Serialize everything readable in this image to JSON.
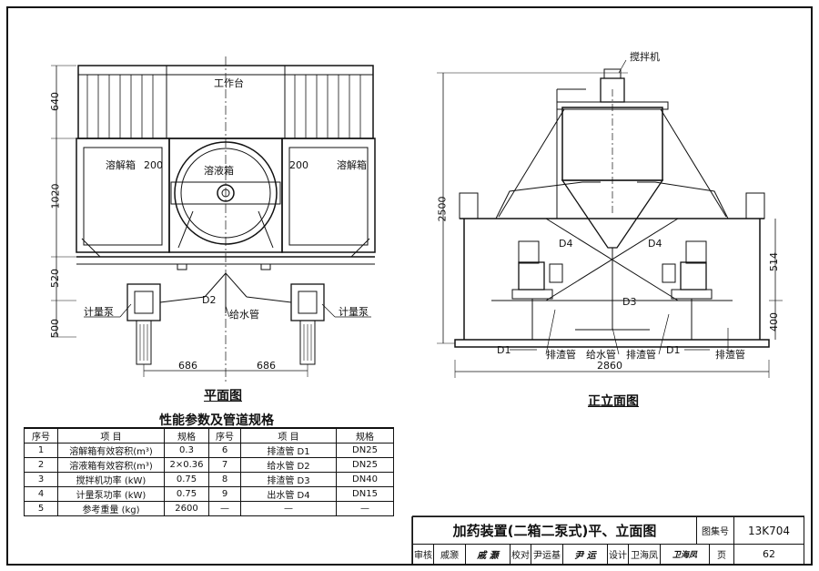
{
  "plan_view": {
    "label_workbench": "工作台",
    "label_dissolve_left": "溶解箱",
    "label_dissolve_right": "溶解箱",
    "label_solution_box": "溶液箱",
    "label_200_left": "200",
    "label_200_right": "200",
    "label_pump_left": "计量泵",
    "label_pump_right": "计量泵",
    "label_water_pipe": "给水管",
    "label_d2": "D2",
    "dim_640": "640",
    "dim_1020": "1020",
    "dim_520": "520",
    "dim_500": "500",
    "dim_686_left": "686",
    "dim_686_right": "686",
    "caption": "平面图"
  },
  "elevation_view": {
    "label_mixer": "搅拌机",
    "label_d4_left": "D4",
    "label_d4_right": "D4",
    "label_d3": "D3",
    "label_d1_left": "D1",
    "label_d1_right": "D1",
    "label_slag_left": "排渣管",
    "label_water": "给水管",
    "label_slag_mid": "排渣管",
    "label_slag_right": "排渣管",
    "dim_2500": "2500",
    "dim_514": "514",
    "dim_400": "400",
    "dim_2860": "2860",
    "caption": "正立面图"
  },
  "spec_table": {
    "title": "性能参数及管道规格",
    "headers": [
      "序号",
      "项    目",
      "规格",
      "序号",
      "项    目",
      "规格"
    ],
    "rows": [
      [
        "1",
        "溶解箱有效容积(m³)",
        "0.3",
        "6",
        "排渣管 D1",
        "DN25"
      ],
      [
        "2",
        "溶液箱有效容积(m³)",
        "2×0.36",
        "7",
        "给水管 D2",
        "DN25"
      ],
      [
        "3",
        "搅拌机功率    (kW)",
        "0.75",
        "8",
        "排渣管 D3",
        "DN40"
      ],
      [
        "4",
        "计量泵功率    (kW)",
        "0.75",
        "9",
        "出水管 D4",
        "DN15"
      ],
      [
        "5",
        "参考重量      (kg)",
        "2600",
        "—",
        "—",
        "—"
      ]
    ]
  },
  "title_block": {
    "title": "加药装置(二箱二泵式)平、立面图",
    "atlas_label": "图集号",
    "atlas_no": "13K704",
    "review_label": "审核",
    "reviewer": "戚灏",
    "reviewer_sig": "戚 灏",
    "check_label": "校对",
    "checker": "尹运基",
    "checker_sig": "尹 运",
    "design_label": "设计",
    "designer": "卫海凤",
    "designer_sig": "卫海凤",
    "page_label": "页",
    "page_no": "62"
  }
}
